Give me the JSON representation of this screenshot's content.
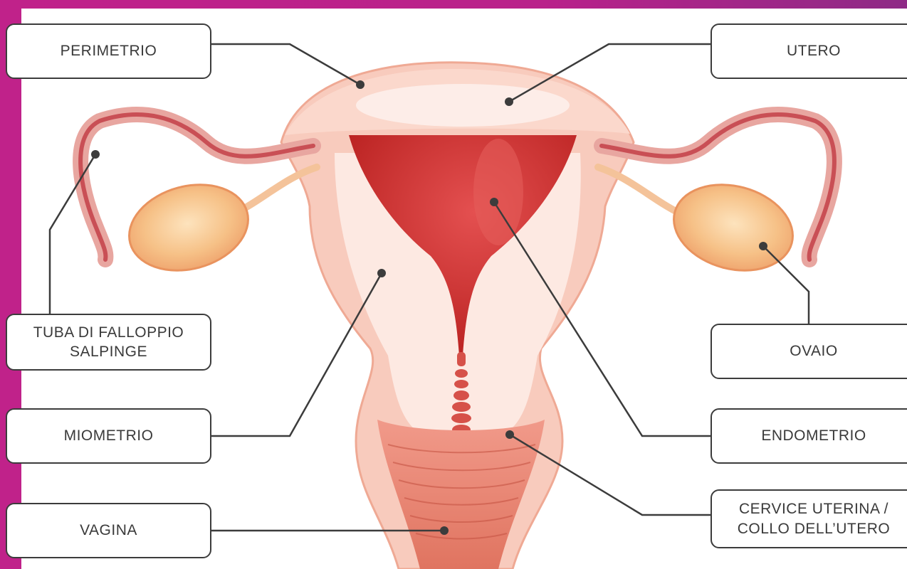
{
  "diagram": {
    "labels": {
      "perimetrio": "PERIMETRIO",
      "utero": "UTERO",
      "tuba": "TUBA DI FALLOPPIO\nSALPINGE",
      "ovaio": "OVAIO",
      "miometrio": "MIOMETRIO",
      "endometrio": "ENDOMETRIO",
      "vagina": "VAGINA",
      "cervice": "CERVICE UTERINA /\nCOLLO DELL’UTERO"
    }
  },
  "colors": {
    "frame": "#c0228a",
    "leader_line": "#3c3c3c",
    "uterus_outer": "#f6c6b8",
    "uterus_cavity": "#c8282c",
    "ovary": "#f3b27a",
    "myometrium": "#fbe3da"
  }
}
